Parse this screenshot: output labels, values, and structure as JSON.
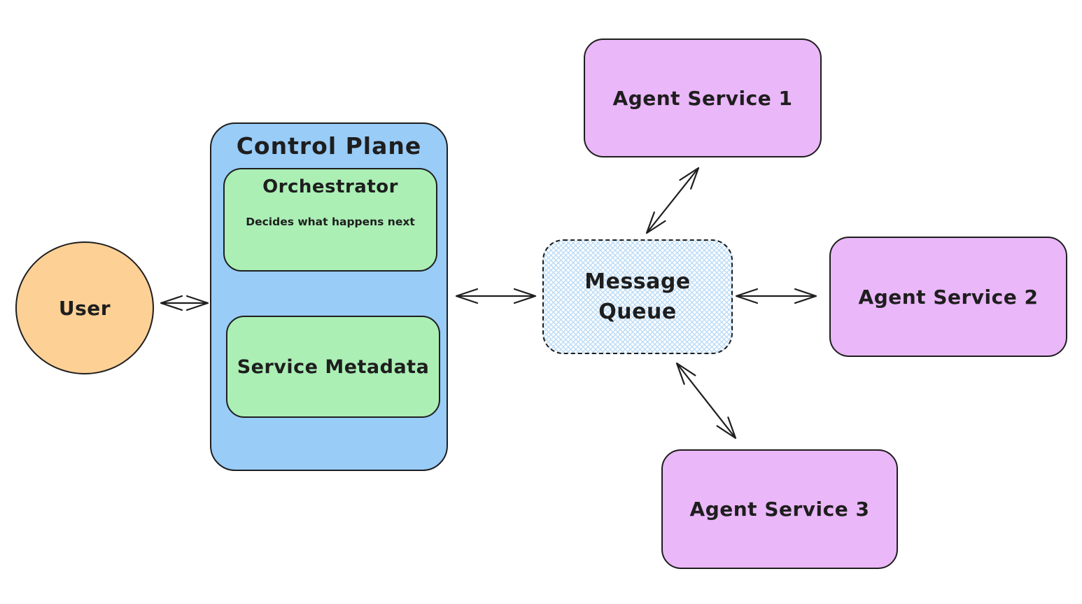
{
  "diagram": {
    "background_color": "#ffffff",
    "stroke_color": "#1e1e1e",
    "nodes": {
      "user": {
        "label": "User",
        "shape": "ellipse",
        "fill": "#fdd096"
      },
      "control_plane": {
        "label": "Control Plane",
        "shape": "rounded-rectangle",
        "fill": "#99ccf7"
      },
      "orchestrator": {
        "label": "Orchestrator",
        "sublabel": "Decides what happens next",
        "shape": "rounded-rectangle",
        "fill": "#abefb5",
        "parent": "control_plane"
      },
      "service_metadata": {
        "label": "Service Metadata",
        "shape": "rounded-rectangle",
        "fill": "#abefb5",
        "parent": "control_plane"
      },
      "message_queue": {
        "label": "Message Queue",
        "shape": "rounded-rectangle",
        "border_style": "dashed",
        "fill_style": "cross-hatch",
        "fill": "#bcdcf7"
      },
      "agent_service_1": {
        "label": "Agent Service 1",
        "shape": "rounded-rectangle",
        "fill": "#eab7f8"
      },
      "agent_service_2": {
        "label": "Agent Service 2",
        "shape": "rounded-rectangle",
        "fill": "#eab7f8"
      },
      "agent_service_3": {
        "label": "Agent Service 3",
        "shape": "rounded-rectangle",
        "fill": "#eab7f8"
      }
    },
    "edges": [
      {
        "from": "user",
        "to": "control_plane",
        "type": "double-arrow"
      },
      {
        "from": "control_plane",
        "to": "message_queue",
        "type": "double-arrow"
      },
      {
        "from": "message_queue",
        "to": "agent_service_1",
        "type": "double-arrow"
      },
      {
        "from": "message_queue",
        "to": "agent_service_2",
        "type": "double-arrow"
      },
      {
        "from": "message_queue",
        "to": "agent_service_3",
        "type": "double-arrow"
      }
    ]
  }
}
